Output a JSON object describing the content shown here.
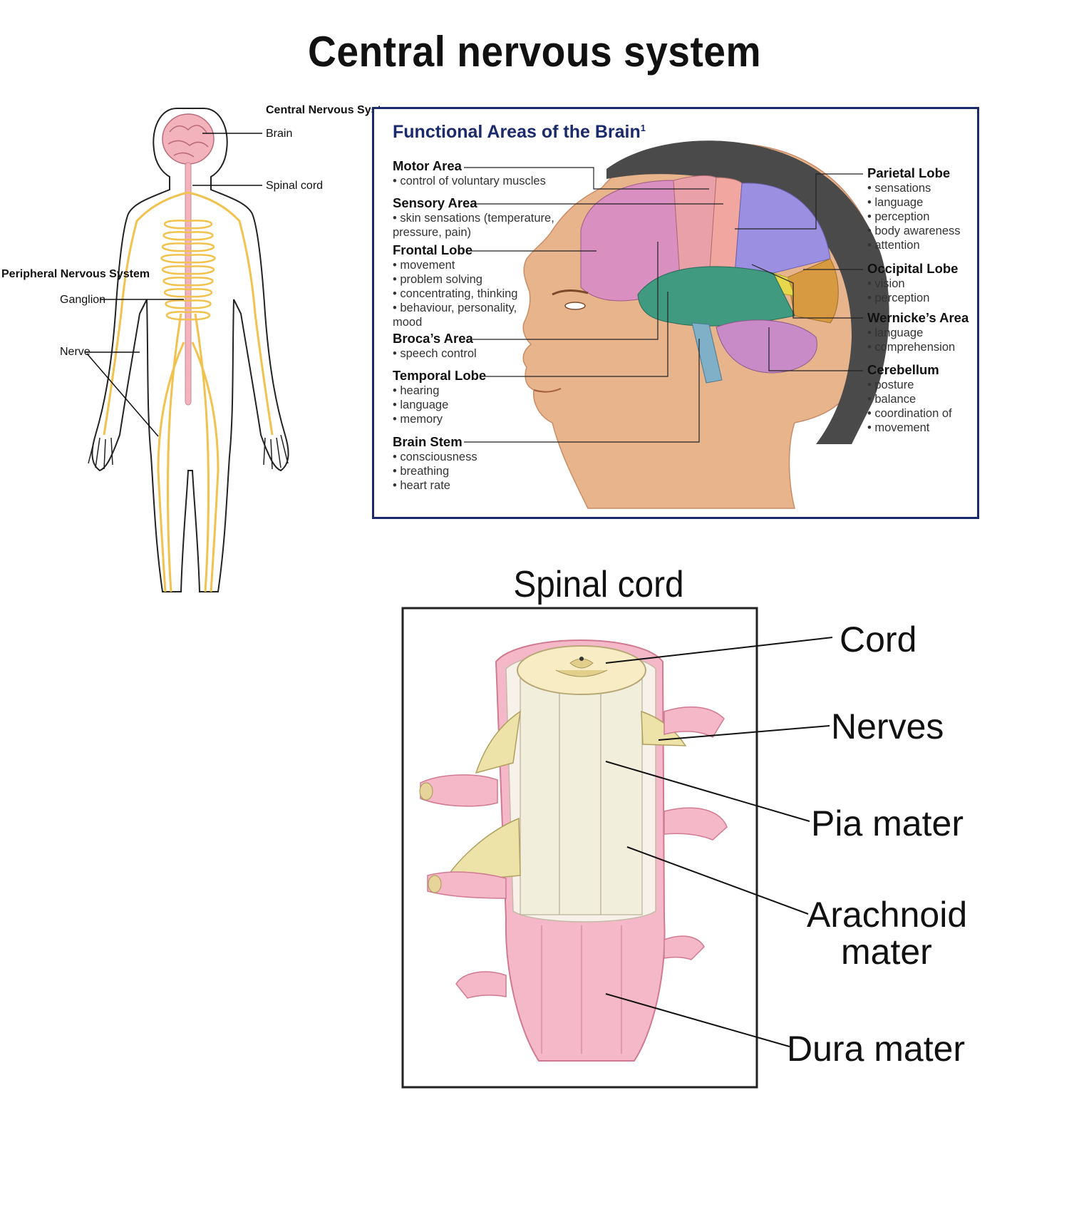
{
  "title": "Central nervous system",
  "body_diagram": {
    "labels": {
      "cns": "Central Nervous System",
      "brain": "Brain",
      "spinal_cord": "Spinal cord",
      "pns": "Peripheral Nervous System",
      "ganglion": "Ganglion",
      "nerve": "Nerve"
    },
    "colors": {
      "nerve": "#f2c24e",
      "brain": "#f3b3bd",
      "outline": "#222222"
    }
  },
  "brain_panel": {
    "title": "Functional Areas of the Brain",
    "title_sup": "1",
    "frame_color": "#1b2a6b",
    "left": [
      {
        "heading": "Motor Area",
        "items": [
          "control of voluntary muscles"
        ]
      },
      {
        "heading": "Sensory Area",
        "items": [
          "skin sensations (temperature,",
          "pressure, pain)"
        ]
      },
      {
        "heading": "Frontal Lobe",
        "items": [
          "movement",
          "problem solving",
          "concentrating, thinking",
          "behaviour, personality,",
          "mood"
        ]
      },
      {
        "heading": "Broca’s Area",
        "items": [
          "speech control"
        ]
      },
      {
        "heading": "Temporal Lobe",
        "items": [
          "hearing",
          "language",
          "memory"
        ]
      },
      {
        "heading": "Brain Stem",
        "items": [
          "consciousness",
          "breathing",
          "heart rate"
        ]
      }
    ],
    "right": [
      {
        "heading": "Parietal Lobe",
        "items": [
          "sensations",
          "language",
          "perception",
          "body awareness",
          "attention"
        ]
      },
      {
        "heading": "Occipital Lobe",
        "items": [
          "vision",
          "perception"
        ]
      },
      {
        "heading": "Wernicke’s Area",
        "items": [
          "language",
          "comprehension"
        ]
      },
      {
        "heading": "Cerebellum",
        "items": [
          "posture",
          "balance",
          "coordination of",
          "movement"
        ]
      }
    ],
    "colors": {
      "motor": "#e9a0a8",
      "sensory": "#f2a6a0",
      "frontal": "#d98fc0",
      "parietal": "#9a8fe0",
      "temporal": "#3f9a80",
      "occipital": "#d89a40",
      "wernicke": "#e6d84a",
      "cerebellum": "#c98ac8",
      "skin": "#e8b48c",
      "hair": "#4a4a4a"
    }
  },
  "spinal": {
    "title": "Spinal cord",
    "labels": {
      "cord": "Cord",
      "nerves": "Nerves",
      "pia": "Pia mater",
      "arachnoid_1": "Arachnoid",
      "arachnoid_2": "mater",
      "dura": "Dura mater"
    },
    "colors": {
      "dura": "#f5b8c8",
      "cord": "#f2eedc",
      "nerve": "#e8dca0"
    }
  }
}
